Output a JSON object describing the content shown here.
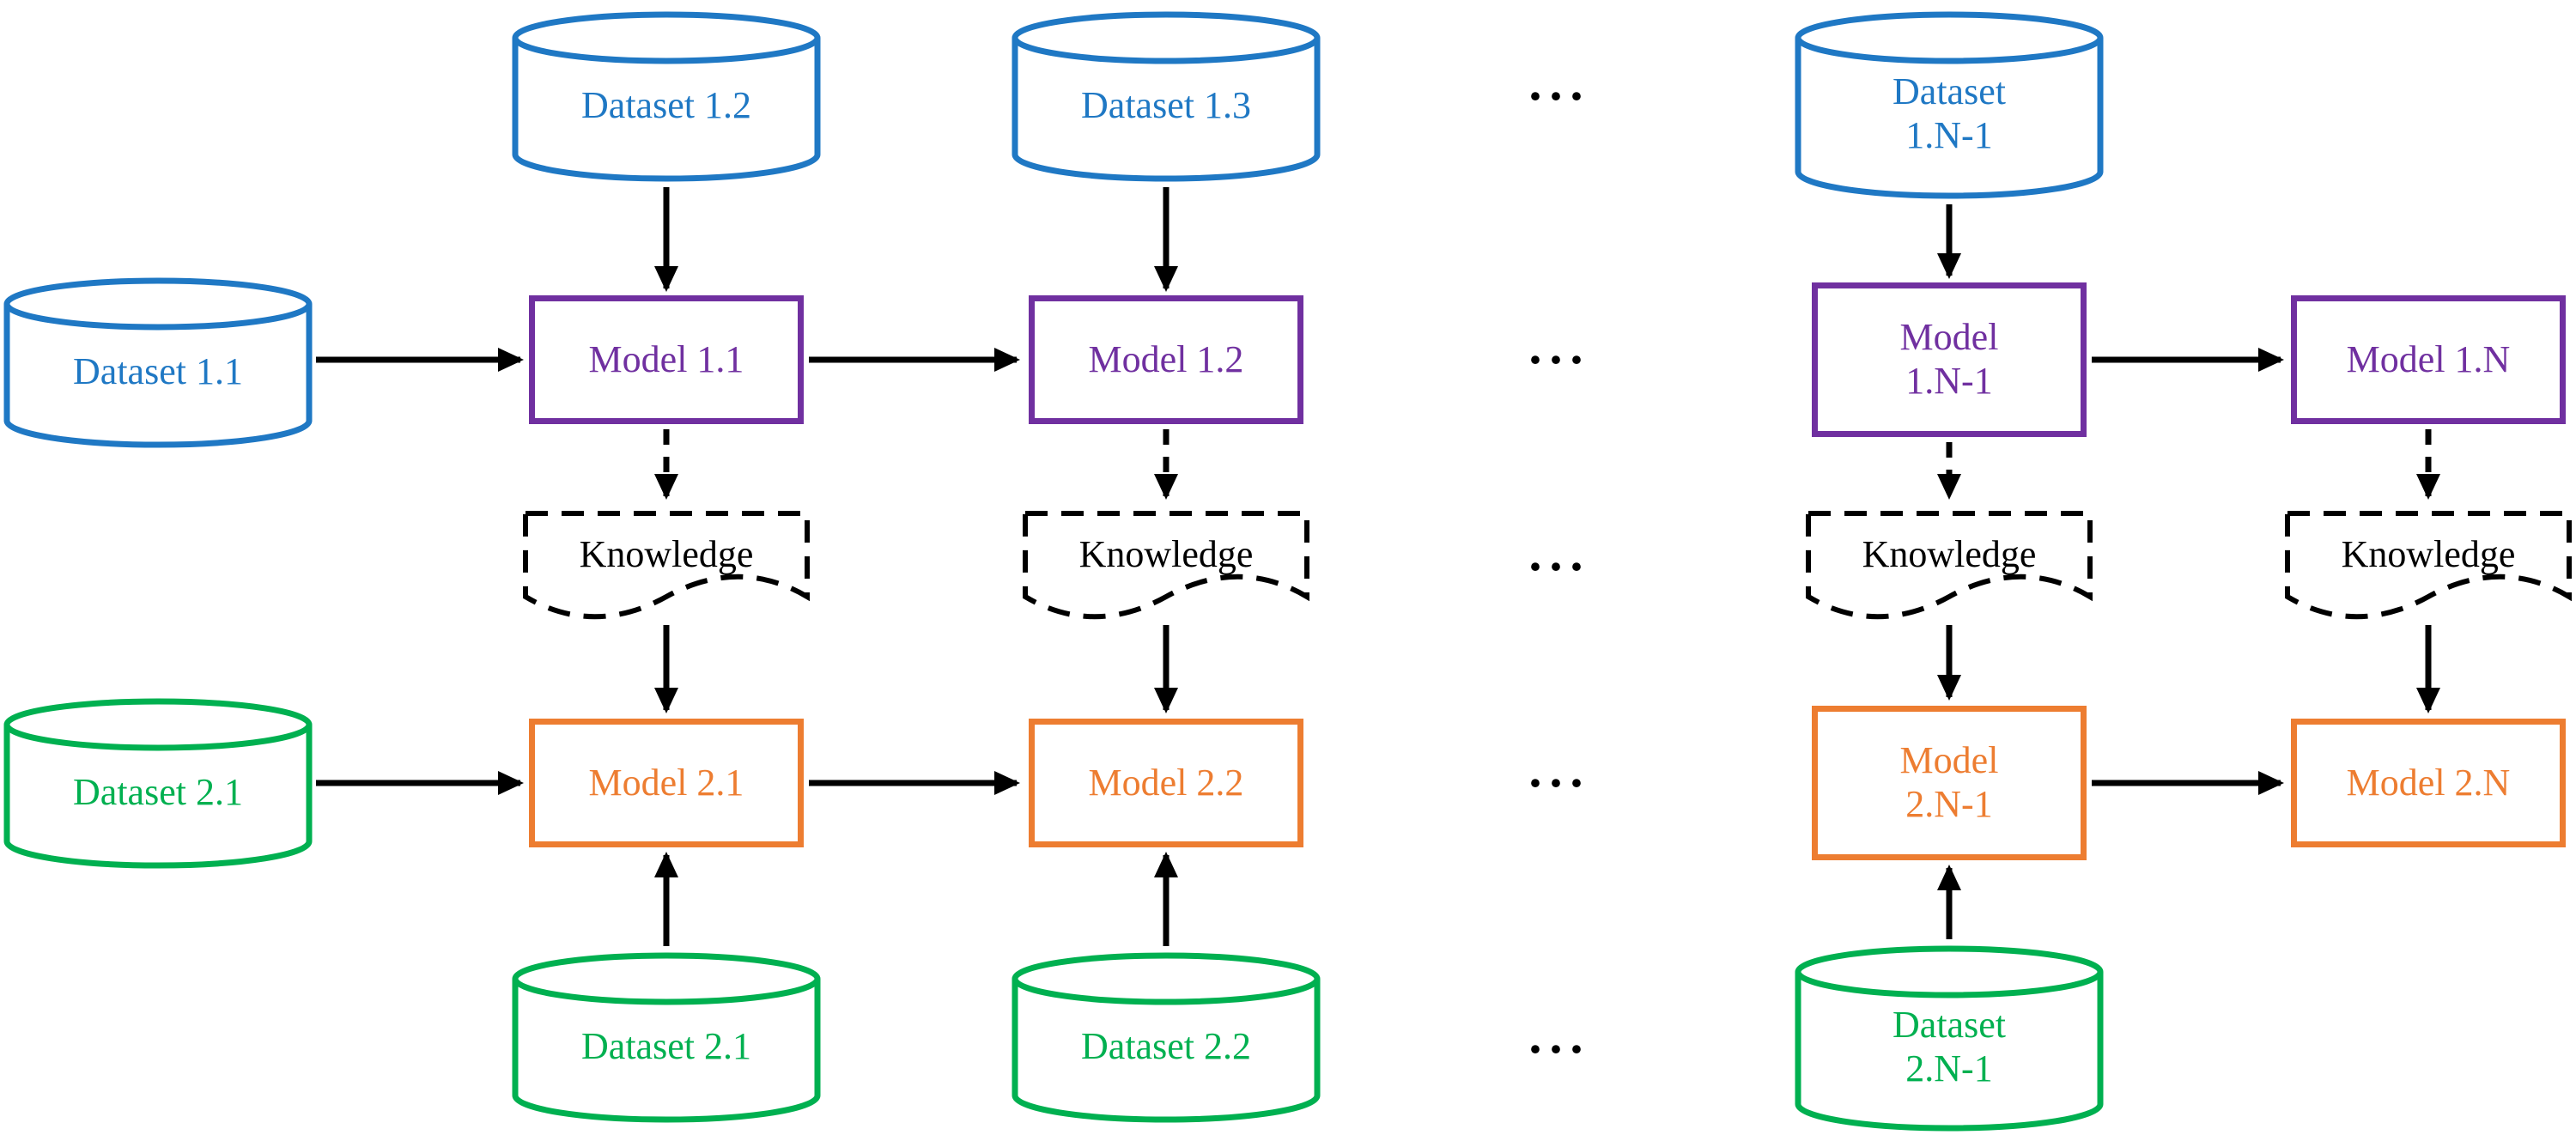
{
  "diagram_title": "Sequential transfer-learning pipeline with knowledge distillation",
  "colors": {
    "dataset_row1_blue": "#1F78C4",
    "dataset_row2_green": "#00B050",
    "model_row1_purple": "#7030A0",
    "model_row2_orange": "#ED7D31",
    "knowledge_black": "#000000",
    "arrow_black": "#000000"
  },
  "nodes": {
    "dataset_1_1": "Dataset 1.1",
    "dataset_1_2": "Dataset 1.2",
    "dataset_1_3": "Dataset 1.3",
    "dataset_1_n1": "Dataset 1.N-1",
    "model_1_1": "Model 1.1",
    "model_1_2": "Model 1.2",
    "model_1_n1": "Model 1.N-1",
    "model_1_n": "Model 1.N",
    "knowledge": "Knowledge",
    "dataset_2_1_left": "Dataset 2.1",
    "model_2_1": "Model 2.1",
    "model_2_2": "Model 2.2",
    "model_2_n1": "Model 2.N-1",
    "model_2_n": "Model 2.N",
    "dataset_2_1_bottom": "Dataset 2.1",
    "dataset_2_2": "Dataset 2.2",
    "dataset_2_n1": "Dataset 2.N-1",
    "ellipsis": "···"
  }
}
